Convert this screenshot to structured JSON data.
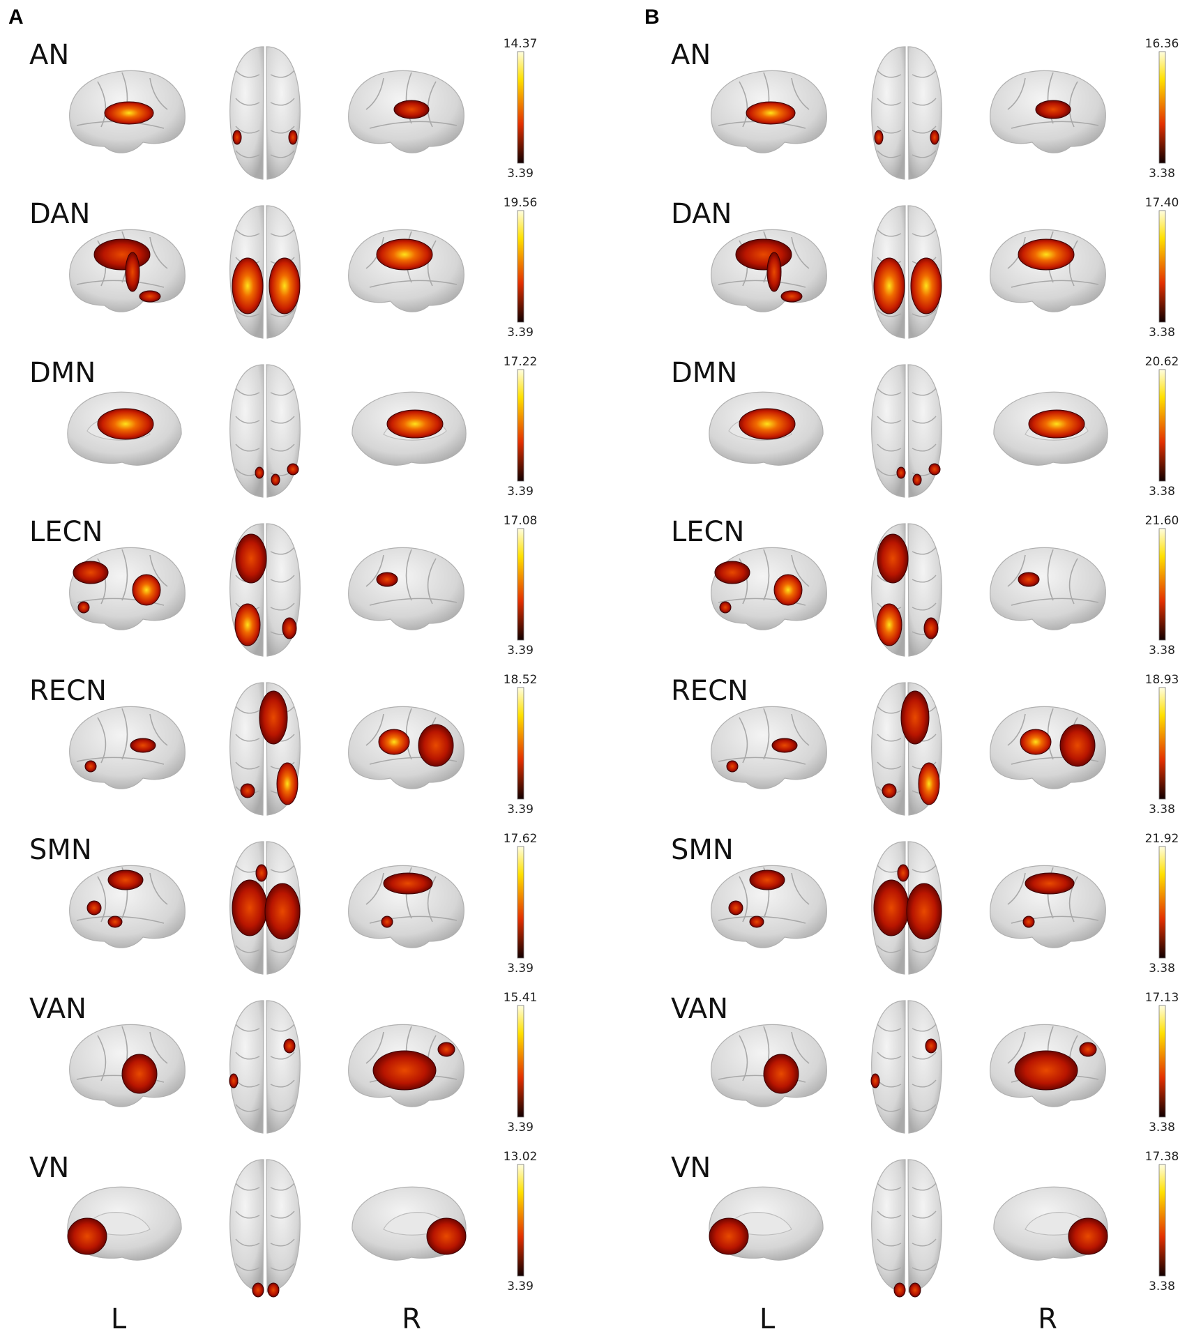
{
  "panels": [
    {
      "letter": "A",
      "rows": [
        {
          "network": "AN",
          "max": "14.37",
          "min": "3.39"
        },
        {
          "network": "DAN",
          "max": "19.56",
          "min": "3.39"
        },
        {
          "network": "DMN",
          "max": "17.22",
          "min": "3.39"
        },
        {
          "network": "LECN",
          "max": "17.08",
          "min": "3.39"
        },
        {
          "network": "RECN",
          "max": "18.52",
          "min": "3.39"
        },
        {
          "network": "SMN",
          "max": "17.62",
          "min": "3.39"
        },
        {
          "network": "VAN",
          "max": "15.41",
          "min": "3.39"
        },
        {
          "network": "VN",
          "max": "13.02",
          "min": "3.39"
        }
      ],
      "bottom_left": "L",
      "bottom_right": "R"
    },
    {
      "letter": "B",
      "rows": [
        {
          "network": "AN",
          "max": "16.36",
          "min": "3.38"
        },
        {
          "network": "DAN",
          "max": "17.40",
          "min": "3.38"
        },
        {
          "network": "DMN",
          "max": "20.62",
          "min": "3.38"
        },
        {
          "network": "LECN",
          "max": "21.60",
          "min": "3.38"
        },
        {
          "network": "RECN",
          "max": "18.93",
          "min": "3.38"
        },
        {
          "network": "SMN",
          "max": "21.92",
          "min": "3.38"
        },
        {
          "network": "VAN",
          "max": "17.13",
          "min": "3.38"
        },
        {
          "network": "VN",
          "max": "17.38",
          "min": "3.38"
        }
      ],
      "bottom_left": "L",
      "bottom_right": "R"
    }
  ],
  "colors": {
    "brain": "#d9d9d9",
    "brain_edge": "#b5b5b5",
    "blob_dark": "#6b0000",
    "blob_red": "#c81e00",
    "blob_orange": "#f06a00",
    "blob_yellow": "#ffe21a",
    "colorbar_top": "#fffde0",
    "colorbar_mid1": "#ffe000",
    "colorbar_mid2": "#e23000",
    "colorbar_bottom": "#120000"
  }
}
